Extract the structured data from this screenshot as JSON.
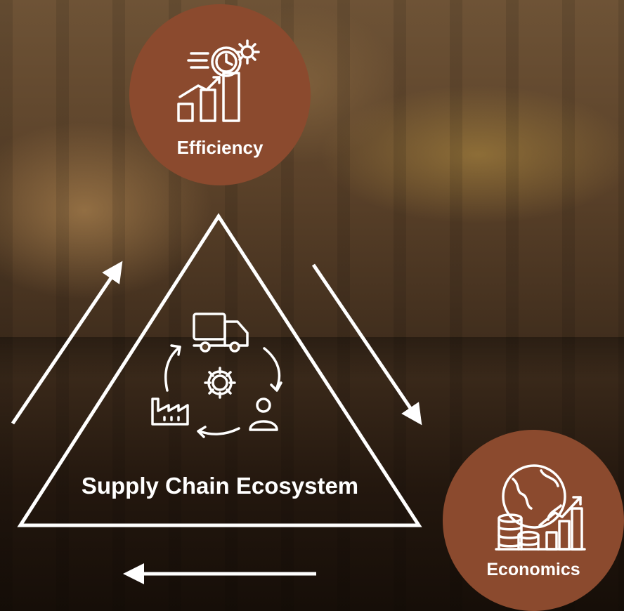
{
  "diagram": {
    "center_label": "Supply Chain Ecosystem",
    "nodes": [
      {
        "label": "Efficiency",
        "icon": "efficiency-chart-gear-icon"
      },
      {
        "label": "Economics",
        "icon": "globe-coins-growth-icon"
      }
    ],
    "center_icons": [
      "truck-icon",
      "gear-icon",
      "factory-icon",
      "person-icon",
      "cycle-arrows-icon"
    ],
    "colors": {
      "node_fill": "#8b4a2e",
      "lines": "#ffffff"
    }
  }
}
